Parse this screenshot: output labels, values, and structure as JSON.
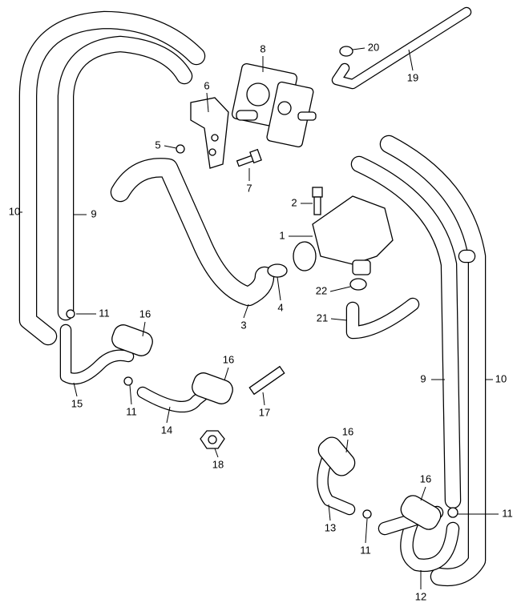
{
  "diagram": {
    "type": "exploded parts diagram",
    "labels": [
      "8",
      "20",
      "19",
      "6",
      "5",
      "7",
      "2",
      "1",
      "10",
      "9",
      "11",
      "16",
      "4",
      "22",
      "3",
      "21",
      "15",
      "11",
      "16",
      "17",
      "14",
      "18",
      "9",
      "10",
      "16",
      "16",
      "11",
      "13",
      "11",
      "12"
    ]
  }
}
